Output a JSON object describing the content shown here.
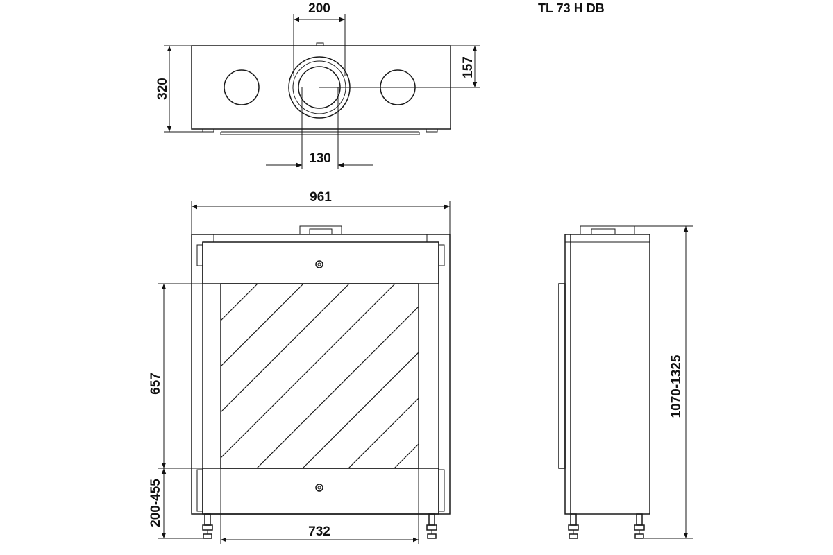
{
  "model": "TL 73 H DB",
  "dimensions": {
    "flue_outer": "200",
    "top_depth": "320",
    "flue_offset": "157",
    "flue_inner": "130",
    "overall_width": "961",
    "glass_height": "657",
    "base_height": "200-455",
    "glass_width": "732",
    "overall_height": "1070-1325"
  }
}
